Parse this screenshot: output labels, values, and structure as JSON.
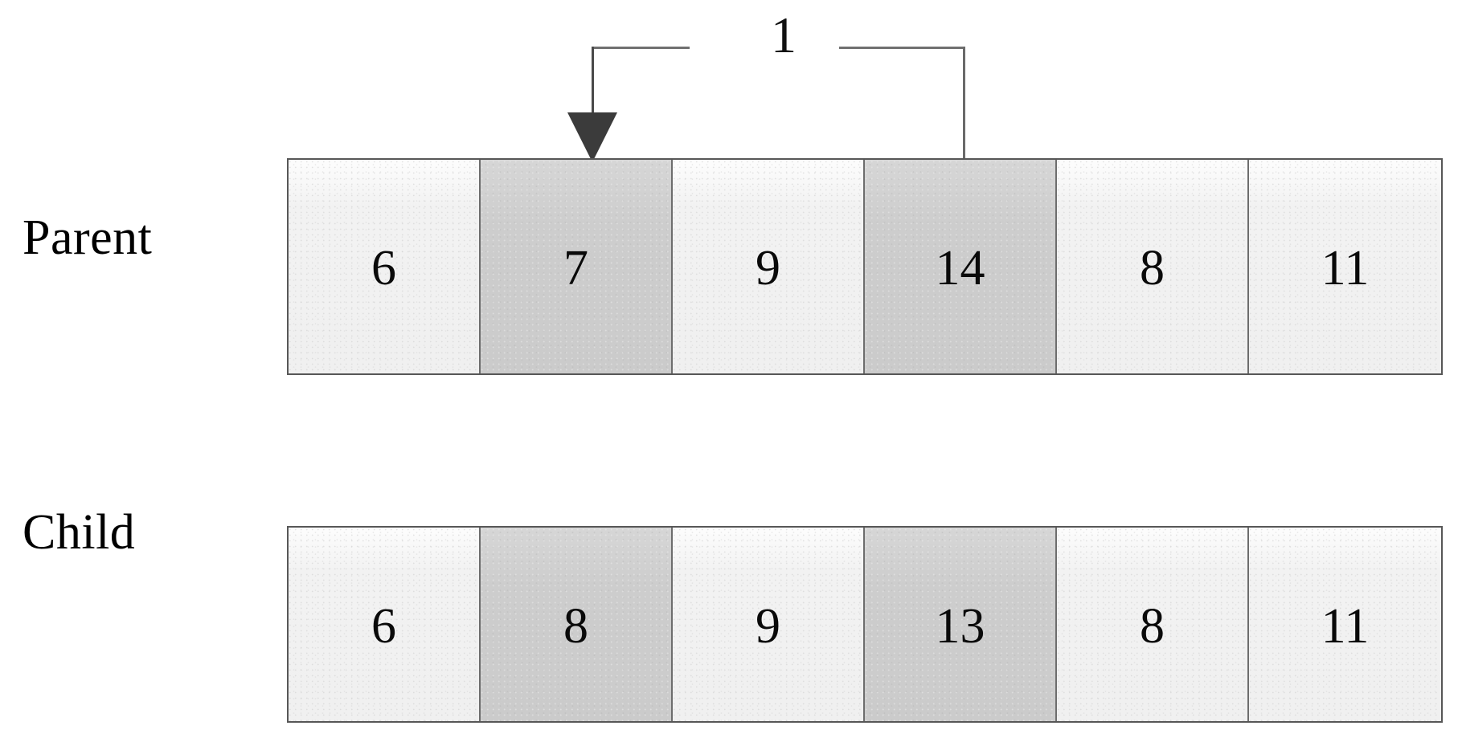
{
  "figure": {
    "kind": "mutation-diagram",
    "rows": [
      {
        "id": "parent",
        "label": "Parent",
        "cells": [
          {
            "value": "6",
            "shaded": false
          },
          {
            "value": "7",
            "shaded": true
          },
          {
            "value": "9",
            "shaded": false
          },
          {
            "value": "14",
            "shaded": true
          },
          {
            "value": "8",
            "shaded": false
          },
          {
            "value": "11",
            "shaded": false
          }
        ]
      },
      {
        "id": "child",
        "label": "Child",
        "cells": [
          {
            "value": "6",
            "shaded": false
          },
          {
            "value": "8",
            "shaded": true
          },
          {
            "value": "9",
            "shaded": false
          },
          {
            "value": "13",
            "shaded": true
          },
          {
            "value": "8",
            "shaded": false
          },
          {
            "value": "11",
            "shaded": false
          }
        ]
      }
    ],
    "annotation": {
      "label": "1",
      "description": "connector spanning cell 2 and cell 4 of the parent row with a downward arrow onto cell 2"
    },
    "colors": {
      "shaded_cell": "#cfcfcf",
      "light_cell": "#f4f4f4",
      "border": "#575757",
      "arrow": "#3b3b3b",
      "connector": "#707070",
      "text": "#0a0a0a"
    }
  }
}
